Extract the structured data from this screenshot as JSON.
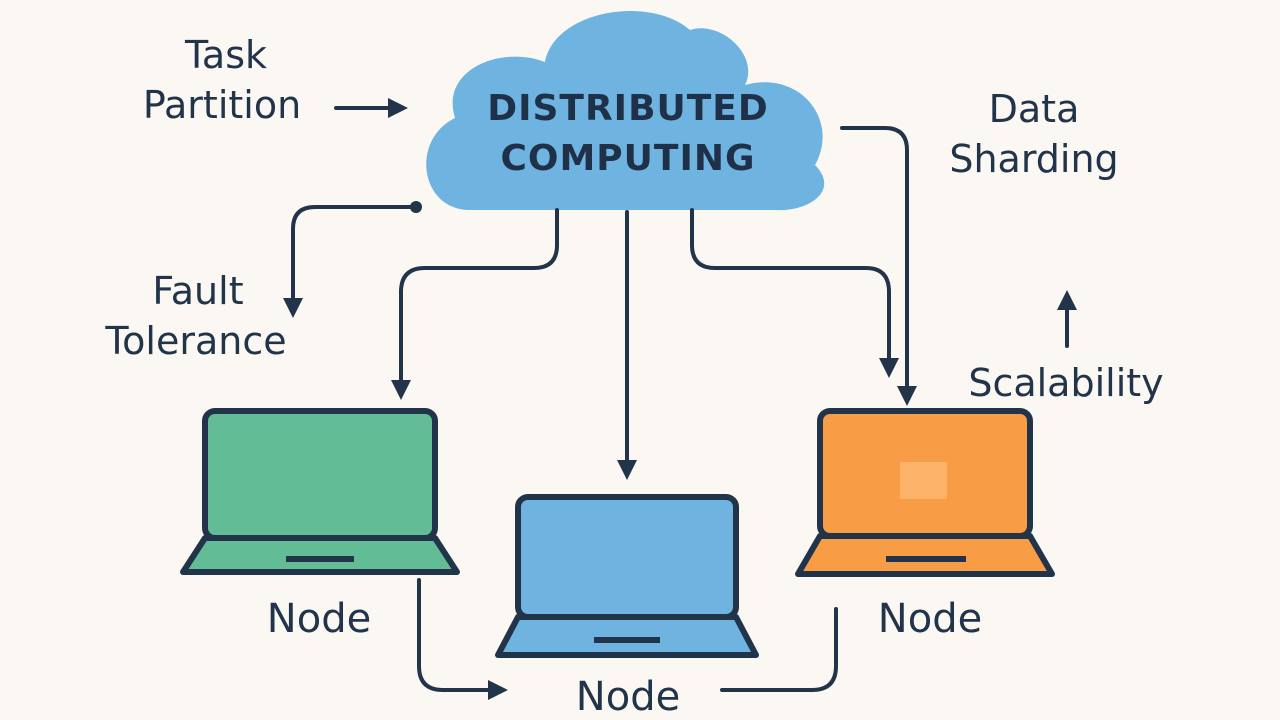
{
  "cloud": {
    "title_line1": "DISTRIBUTED",
    "title_line2": "COMPUTING",
    "color": "#6fb3e0"
  },
  "concepts": {
    "task_partition_line1": "Task",
    "task_partition_line2": "Partition",
    "data_sharding_line1": "Data",
    "data_sharding_line2": "Sharding",
    "fault_tolerance_line1": "Fault",
    "fault_tolerance_line2": "Tolerance",
    "scalability": "Scalability"
  },
  "nodes": [
    {
      "label": "Node",
      "color": "#62bd97"
    },
    {
      "label": "Node",
      "color": "#6fb3e0"
    },
    {
      "label": "Node",
      "color": "#f89c46"
    }
  ],
  "colors": {
    "stroke": "#22344a",
    "background": "#fbf8f4"
  }
}
